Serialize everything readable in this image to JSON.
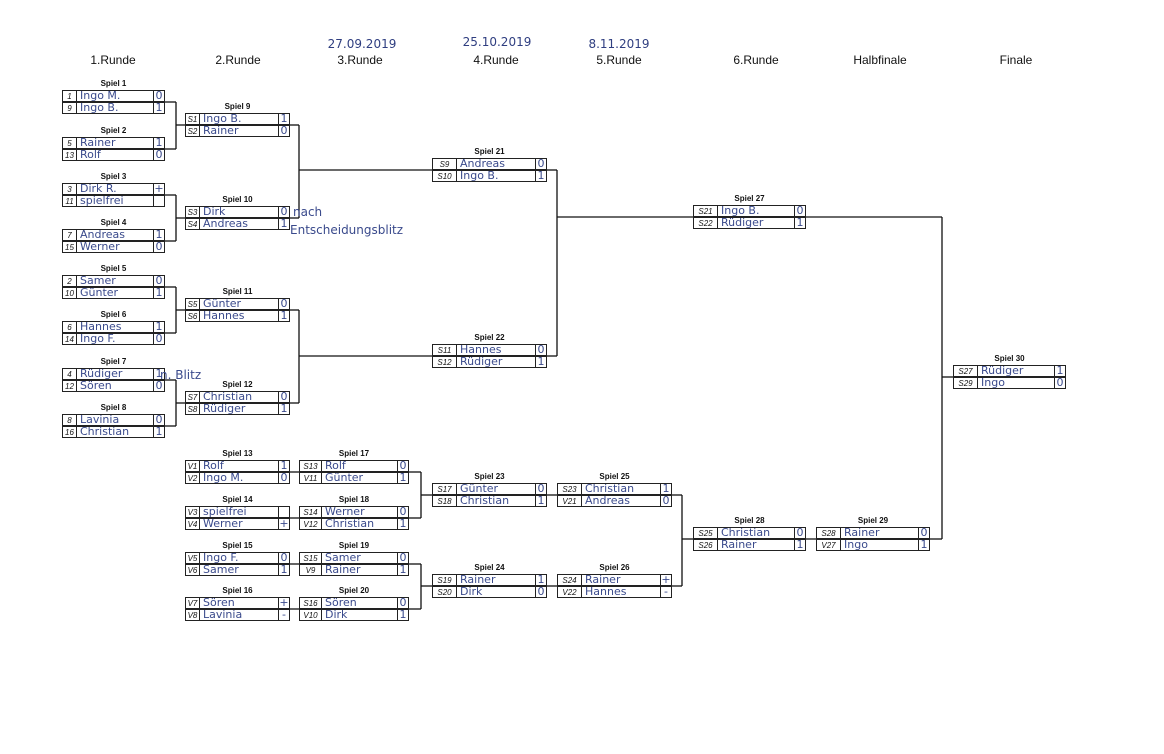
{
  "rounds": [
    {
      "label": "1.Runde",
      "date": ""
    },
    {
      "label": "2.Runde",
      "date": ""
    },
    {
      "label": "3.Runde",
      "date": "27.09.2019"
    },
    {
      "label": "4.Runde",
      "date": "25.10.2019"
    },
    {
      "label": "5.Runde",
      "date": "8.11.2019"
    },
    {
      "label": "6.Runde",
      "date": ""
    },
    {
      "label": "Halbfinale",
      "date": ""
    },
    {
      "label": "Finale",
      "date": ""
    }
  ],
  "matches": [
    {
      "id": "m1",
      "title": "Spiel 1",
      "slots": [
        {
          "code": "1",
          "name": "Ingo M.",
          "score": "0"
        },
        {
          "code": "9",
          "name": "Ingo B.",
          "score": "1"
        }
      ]
    },
    {
      "id": "m2",
      "title": "Spiel 2",
      "slots": [
        {
          "code": "5",
          "name": "Rainer",
          "score": "1"
        },
        {
          "code": "13",
          "name": "Rolf",
          "score": "0"
        }
      ]
    },
    {
      "id": "m3",
      "title": "Spiel 3",
      "slots": [
        {
          "code": "3",
          "name": "Dirk R.",
          "score": "+"
        },
        {
          "code": "11",
          "name": "spielfrei",
          "score": ""
        }
      ]
    },
    {
      "id": "m4",
      "title": "Spiel 4",
      "slots": [
        {
          "code": "7",
          "name": "Andreas",
          "score": "1"
        },
        {
          "code": "15",
          "name": "Werner",
          "score": "0"
        }
      ]
    },
    {
      "id": "m5",
      "title": "Spiel 5",
      "slots": [
        {
          "code": "2",
          "name": "Samer",
          "score": "0"
        },
        {
          "code": "10",
          "name": "Günter",
          "score": "1"
        }
      ]
    },
    {
      "id": "m6",
      "title": "Spiel 6",
      "slots": [
        {
          "code": "6",
          "name": "Hannes",
          "score": "1"
        },
        {
          "code": "14",
          "name": "Ingo F.",
          "score": "0"
        }
      ]
    },
    {
      "id": "m7",
      "title": "Spiel 7",
      "slots": [
        {
          "code": "4",
          "name": "Rüdiger",
          "score": "1"
        },
        {
          "code": "12",
          "name": "Sören",
          "score": "0"
        }
      ]
    },
    {
      "id": "m8",
      "title": "Spiel 8",
      "slots": [
        {
          "code": "8",
          "name": "Lavinia",
          "score": "0"
        },
        {
          "code": "16",
          "name": "Christian",
          "score": "1"
        }
      ]
    },
    {
      "id": "m9",
      "title": "Spiel 9",
      "slots": [
        {
          "code": "S1",
          "name": "Ingo B.",
          "score": "1"
        },
        {
          "code": "S2",
          "name": "Rainer",
          "score": "0"
        }
      ]
    },
    {
      "id": "m10",
      "title": "Spiel 10",
      "slots": [
        {
          "code": "S3",
          "name": "Dirk",
          "score": "0"
        },
        {
          "code": "S4",
          "name": "Andreas",
          "score": "1"
        }
      ]
    },
    {
      "id": "m11",
      "title": "Spiel 11",
      "slots": [
        {
          "code": "S5",
          "name": "Günter",
          "score": "0"
        },
        {
          "code": "S6",
          "name": "Hannes",
          "score": "1"
        }
      ]
    },
    {
      "id": "m12",
      "title": "Spiel 12",
      "slots": [
        {
          "code": "S7",
          "name": "Christian",
          "score": "0"
        },
        {
          "code": "S8",
          "name": "Rüdiger",
          "score": "1"
        }
      ]
    },
    {
      "id": "m13",
      "title": "Spiel 13",
      "slots": [
        {
          "code": "V1",
          "name": "Rolf",
          "score": "1"
        },
        {
          "code": "V2",
          "name": "Ingo M.",
          "score": "0"
        }
      ]
    },
    {
      "id": "m14",
      "title": "Spiel 14",
      "slots": [
        {
          "code": "V3",
          "name": "spielfrei",
          "score": ""
        },
        {
          "code": "V4",
          "name": "Werner",
          "score": "+"
        }
      ]
    },
    {
      "id": "m15",
      "title": "Spiel 15",
      "slots": [
        {
          "code": "V5",
          "name": "Ingo F.",
          "score": "0"
        },
        {
          "code": "V6",
          "name": "Samer",
          "score": "1"
        }
      ]
    },
    {
      "id": "m16",
      "title": "Spiel 16",
      "slots": [
        {
          "code": "V7",
          "name": "Sören",
          "score": "+"
        },
        {
          "code": "V8",
          "name": "Lavinia",
          "score": "-"
        }
      ]
    },
    {
      "id": "m17",
      "title": "Spiel 17",
      "slots": [
        {
          "code": "S13",
          "name": "Rolf",
          "score": "0"
        },
        {
          "code": "V11",
          "name": "Günter",
          "score": "1"
        }
      ]
    },
    {
      "id": "m18",
      "title": "Spiel 18",
      "slots": [
        {
          "code": "S14",
          "name": "Werner",
          "score": "0"
        },
        {
          "code": "V12",
          "name": "Christian",
          "score": "1"
        }
      ]
    },
    {
      "id": "m19",
      "title": "Spiel 19",
      "slots": [
        {
          "code": "S15",
          "name": "Samer",
          "score": "0"
        },
        {
          "code": "V9",
          "name": "Rainer",
          "score": "1"
        }
      ]
    },
    {
      "id": "m20",
      "title": "Spiel 20",
      "slots": [
        {
          "code": "S16",
          "name": "Sören",
          "score": "0"
        },
        {
          "code": "V10",
          "name": "Dirk",
          "score": "1"
        }
      ]
    },
    {
      "id": "m21",
      "title": "Spiel 21",
      "slots": [
        {
          "code": "S9",
          "name": "Andreas",
          "score": "0"
        },
        {
          "code": "S10",
          "name": "Ingo B.",
          "score": "1"
        }
      ]
    },
    {
      "id": "m22",
      "title": "Spiel 22",
      "slots": [
        {
          "code": "S11",
          "name": "Hannes",
          "score": "0"
        },
        {
          "code": "S12",
          "name": "Rüdiger",
          "score": "1"
        }
      ]
    },
    {
      "id": "m23",
      "title": "Spiel 23",
      "slots": [
        {
          "code": "S17",
          "name": "Günter",
          "score": "0"
        },
        {
          "code": "S18",
          "name": "Christian",
          "score": "1"
        }
      ]
    },
    {
      "id": "m24",
      "title": "Spiel 24",
      "slots": [
        {
          "code": "S19",
          "name": "Rainer",
          "score": "1"
        },
        {
          "code": "S20",
          "name": "Dirk",
          "score": "0"
        }
      ]
    },
    {
      "id": "m25",
      "title": "Spiel 25",
      "slots": [
        {
          "code": "S23",
          "name": "Christian",
          "score": "1"
        },
        {
          "code": "V21",
          "name": "Andreas",
          "score": "0"
        }
      ]
    },
    {
      "id": "m26",
      "title": "Spiel 26",
      "slots": [
        {
          "code": "S24",
          "name": "Rainer",
          "score": "+"
        },
        {
          "code": "V22",
          "name": "Hannes",
          "score": "-"
        }
      ]
    },
    {
      "id": "m27",
      "title": "Spiel 27",
      "slots": [
        {
          "code": "S21",
          "name": "Ingo B.",
          "score": "0"
        },
        {
          "code": "S22",
          "name": "Rüdiger",
          "score": "1"
        }
      ]
    },
    {
      "id": "m28",
      "title": "Spiel 28",
      "slots": [
        {
          "code": "S25",
          "name": "Christian",
          "score": "0"
        },
        {
          "code": "S26",
          "name": "Rainer",
          "score": "1"
        }
      ]
    },
    {
      "id": "m29",
      "title": "Spiel 29",
      "slots": [
        {
          "code": "S28",
          "name": "Rainer",
          "score": "0"
        },
        {
          "code": "V27",
          "name": "Ingo",
          "score": "1"
        }
      ]
    },
    {
      "id": "m30",
      "title": "Spiel 30",
      "slots": [
        {
          "code": "S27",
          "name": "Rüdiger",
          "score": "1"
        },
        {
          "code": "S29",
          "name": "Ingo",
          "score": "0"
        }
      ]
    }
  ],
  "notes": {
    "tiebreak_1": "nach",
    "tiebreak_2": "Entscheidungsblitz",
    "blitz": "n. Blitz"
  }
}
